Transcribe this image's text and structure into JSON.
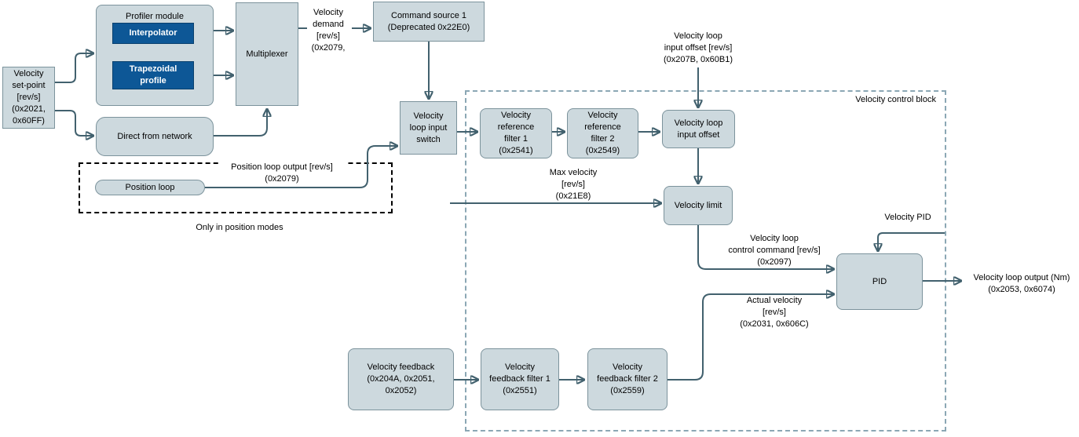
{
  "blocks": {
    "velocity_set_point": "Velocity\nset-point\n[rev/s]\n(0x2021,\n0x60FF)",
    "profiler_module": "Profiler module",
    "interpolator": "Interpolator",
    "trapezoidal_profile": "Trapezoidal\nprofile",
    "multiplexer": "Multiplexer",
    "direct_from_network": "Direct from network",
    "command_source": "Command source 1\n(Deprecated 0x22E0)",
    "velocity_loop_input_switch": "Velocity\nloop input\nswitch",
    "position_loop": "Position loop",
    "velocity_reference_filter_1": "Velocity\nreference\nfilter 1\n(0x2541)",
    "velocity_reference_filter_2": "Velocity\nreference\nfilter 2\n(0x2549)",
    "velocity_loop_input_offset": "Velocity loop\ninput offset",
    "velocity_limit": "Velocity limit",
    "pid": "PID",
    "velocity_feedback": "Velocity feedback\n(0x204A, 0x2051,\n0x2052)",
    "velocity_feedback_filter_1": "Velocity\nfeedback filter 1\n(0x2551)",
    "velocity_feedback_filter_2": "Velocity\nfeedback filter 2\n(0x2559)"
  },
  "labels": {
    "velocity_demand": "Velocity\ndemand\n[rev/s]\n(0x2079,",
    "velocity_loop_input_offset_signal": "Velocity loop\ninput offset [rev/s]\n(0x207B, 0x60B1)",
    "max_velocity": "Max velocity\n[rev/s]\n(0x21E8)",
    "position_loop_output": "Position loop output [rev/s]\n(0x2079)",
    "only_in_position_modes": "Only in position modes",
    "velocity_pid": "Velocity PID",
    "velocity_loop_control_command": "Velocity loop\ncontrol command [rev/s]\n(0x2097)",
    "actual_velocity": "Actual velocity\n[rev/s]\n(0x2031, 0x606C)",
    "velocity_loop_output": "Velocity loop output (Nm)\n(0x2053, 0x6074)",
    "velocity_control_block": "Velocity control block"
  },
  "colors": {
    "box_fill": "#cdd9de",
    "box_border": "#7c939c",
    "dark_blue_fill": "#0d5796",
    "dark_blue_border": "#09406e",
    "connector": "#42616e",
    "dashed_group_blue": "#8ba7b4",
    "dashed_group_black": "#000000",
    "text": "#000000",
    "background": "#ffffff"
  }
}
